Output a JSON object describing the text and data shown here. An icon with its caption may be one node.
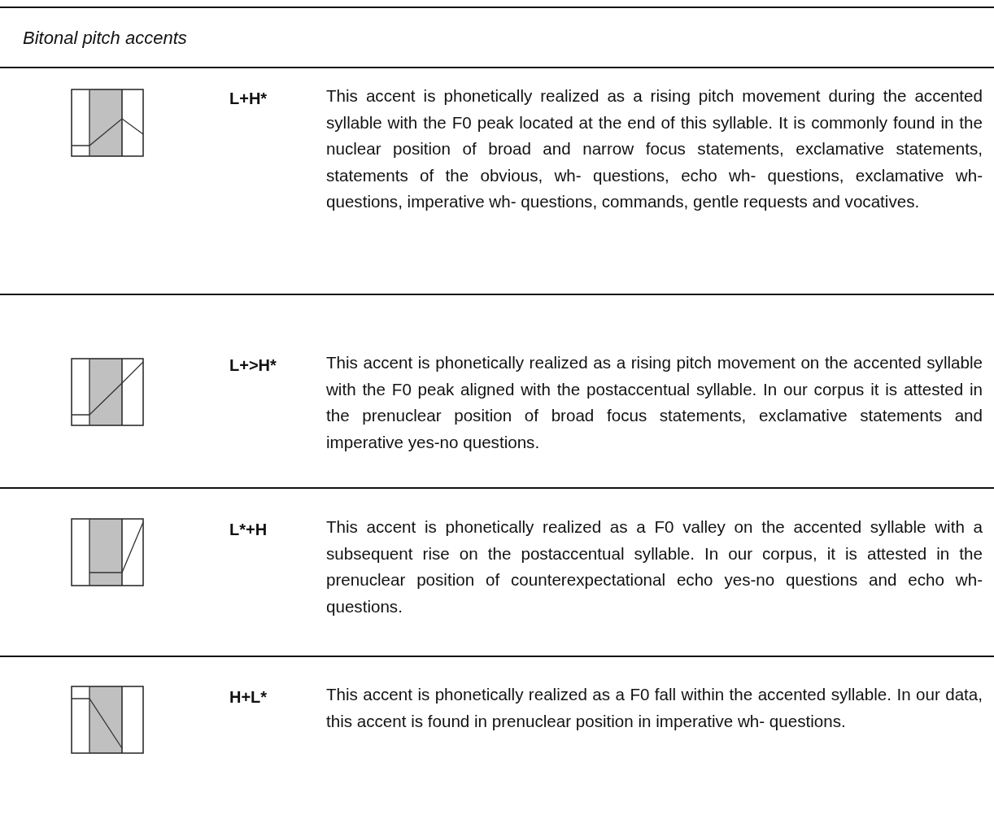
{
  "diagram": {
    "title": "Bitonal pitch accents",
    "labels": [
      "L+H*",
      "This accent is phonetically realized as a rising pitch movement during the accented syllable with the F0 peak located at the end of this syllable. It is commonly found in the nuclear position of broad and narrow focus statements, exclamative statements, statements of the obvious, wh- questions, echo wh- questions, exclamative wh- questions, imperative wh- questions, commands, gentle requests and vocatives.",
      "L+>H*",
      "This accent is phonetically realized as a rising pitch movement on the accented syllable with the F0 peak aligned with the postaccentual syllable. In our corpus it is attested in the prenuclear position of broad focus statements, exclamative statements and imperative yes-no questions.",
      "L*+H",
      "This accent is phonetically realized as a F0 valley on the accented syllable with a subsequent rise on the postaccentual syllable. In our corpus, it is attested in the prenuclear position of counterexpectational echo yes-no questions and echo wh- questions.",
      "H+L*",
      "This accent is phonetically realized as a F0 fall within the accented syllable. In our data, this accent is found in prenuclear position in imperative wh- questions."
    ]
  }
}
